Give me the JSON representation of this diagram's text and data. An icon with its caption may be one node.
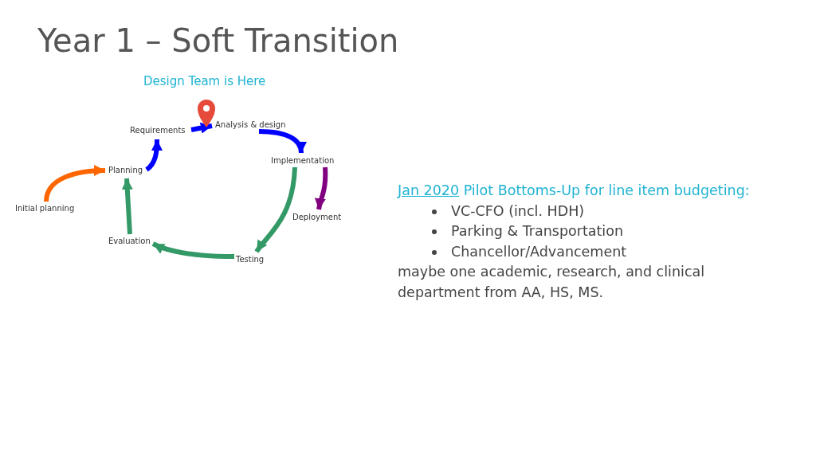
{
  "diagram": {
    "title": "Year 1 – Soft Transition",
    "nodes": [
      {
        "text": [
          "Requirements"
        ]
      },
      {
        "text": [
          "Analysis & design"
        ]
      },
      {
        "text": [
          "Planning"
        ]
      },
      {
        "text": [
          "Implementation"
        ]
      },
      {
        "text": [
          "Initial planning"
        ]
      },
      {
        "text": [
          "Deployment"
        ]
      },
      {
        "text": [
          "Evaluation"
        ]
      },
      {
        "text": [
          "Testing"
        ]
      }
    ],
    "edges": [
      {
        "from": 4,
        "to": 2,
        "arrow": "to",
        "color": "#ff6600"
      },
      {
        "from": 2,
        "to": 0,
        "arrow": "to",
        "color": "#0000ff"
      },
      {
        "from": 0,
        "to": 1,
        "arrow": "to",
        "color": "#0000ff"
      },
      {
        "from": 1,
        "to": 3,
        "arrow": "to",
        "color": "#0000ff"
      },
      {
        "from": 3,
        "to": 7,
        "arrow": "to",
        "color": "#339966"
      },
      {
        "from": 7,
        "to": 6,
        "arrow": "to",
        "color": "#339966"
      },
      {
        "from": 6,
        "to": 2,
        "arrow": "to",
        "color": "#339966"
      },
      {
        "from": 3,
        "to": 5,
        "arrow": "to",
        "color": "#800080"
      }
    ],
    "labels": [
      "Design Team is Here",
      "Jan 2020",
      "Pilot Bottoms-Up for line item budgeting:",
      "VC-CFO (incl. HDH)",
      "Parking & Transportation",
      "Chancellor/Advancement",
      "maybe one academic, research, and clinical department from AA, HS, MS."
    ]
  }
}
